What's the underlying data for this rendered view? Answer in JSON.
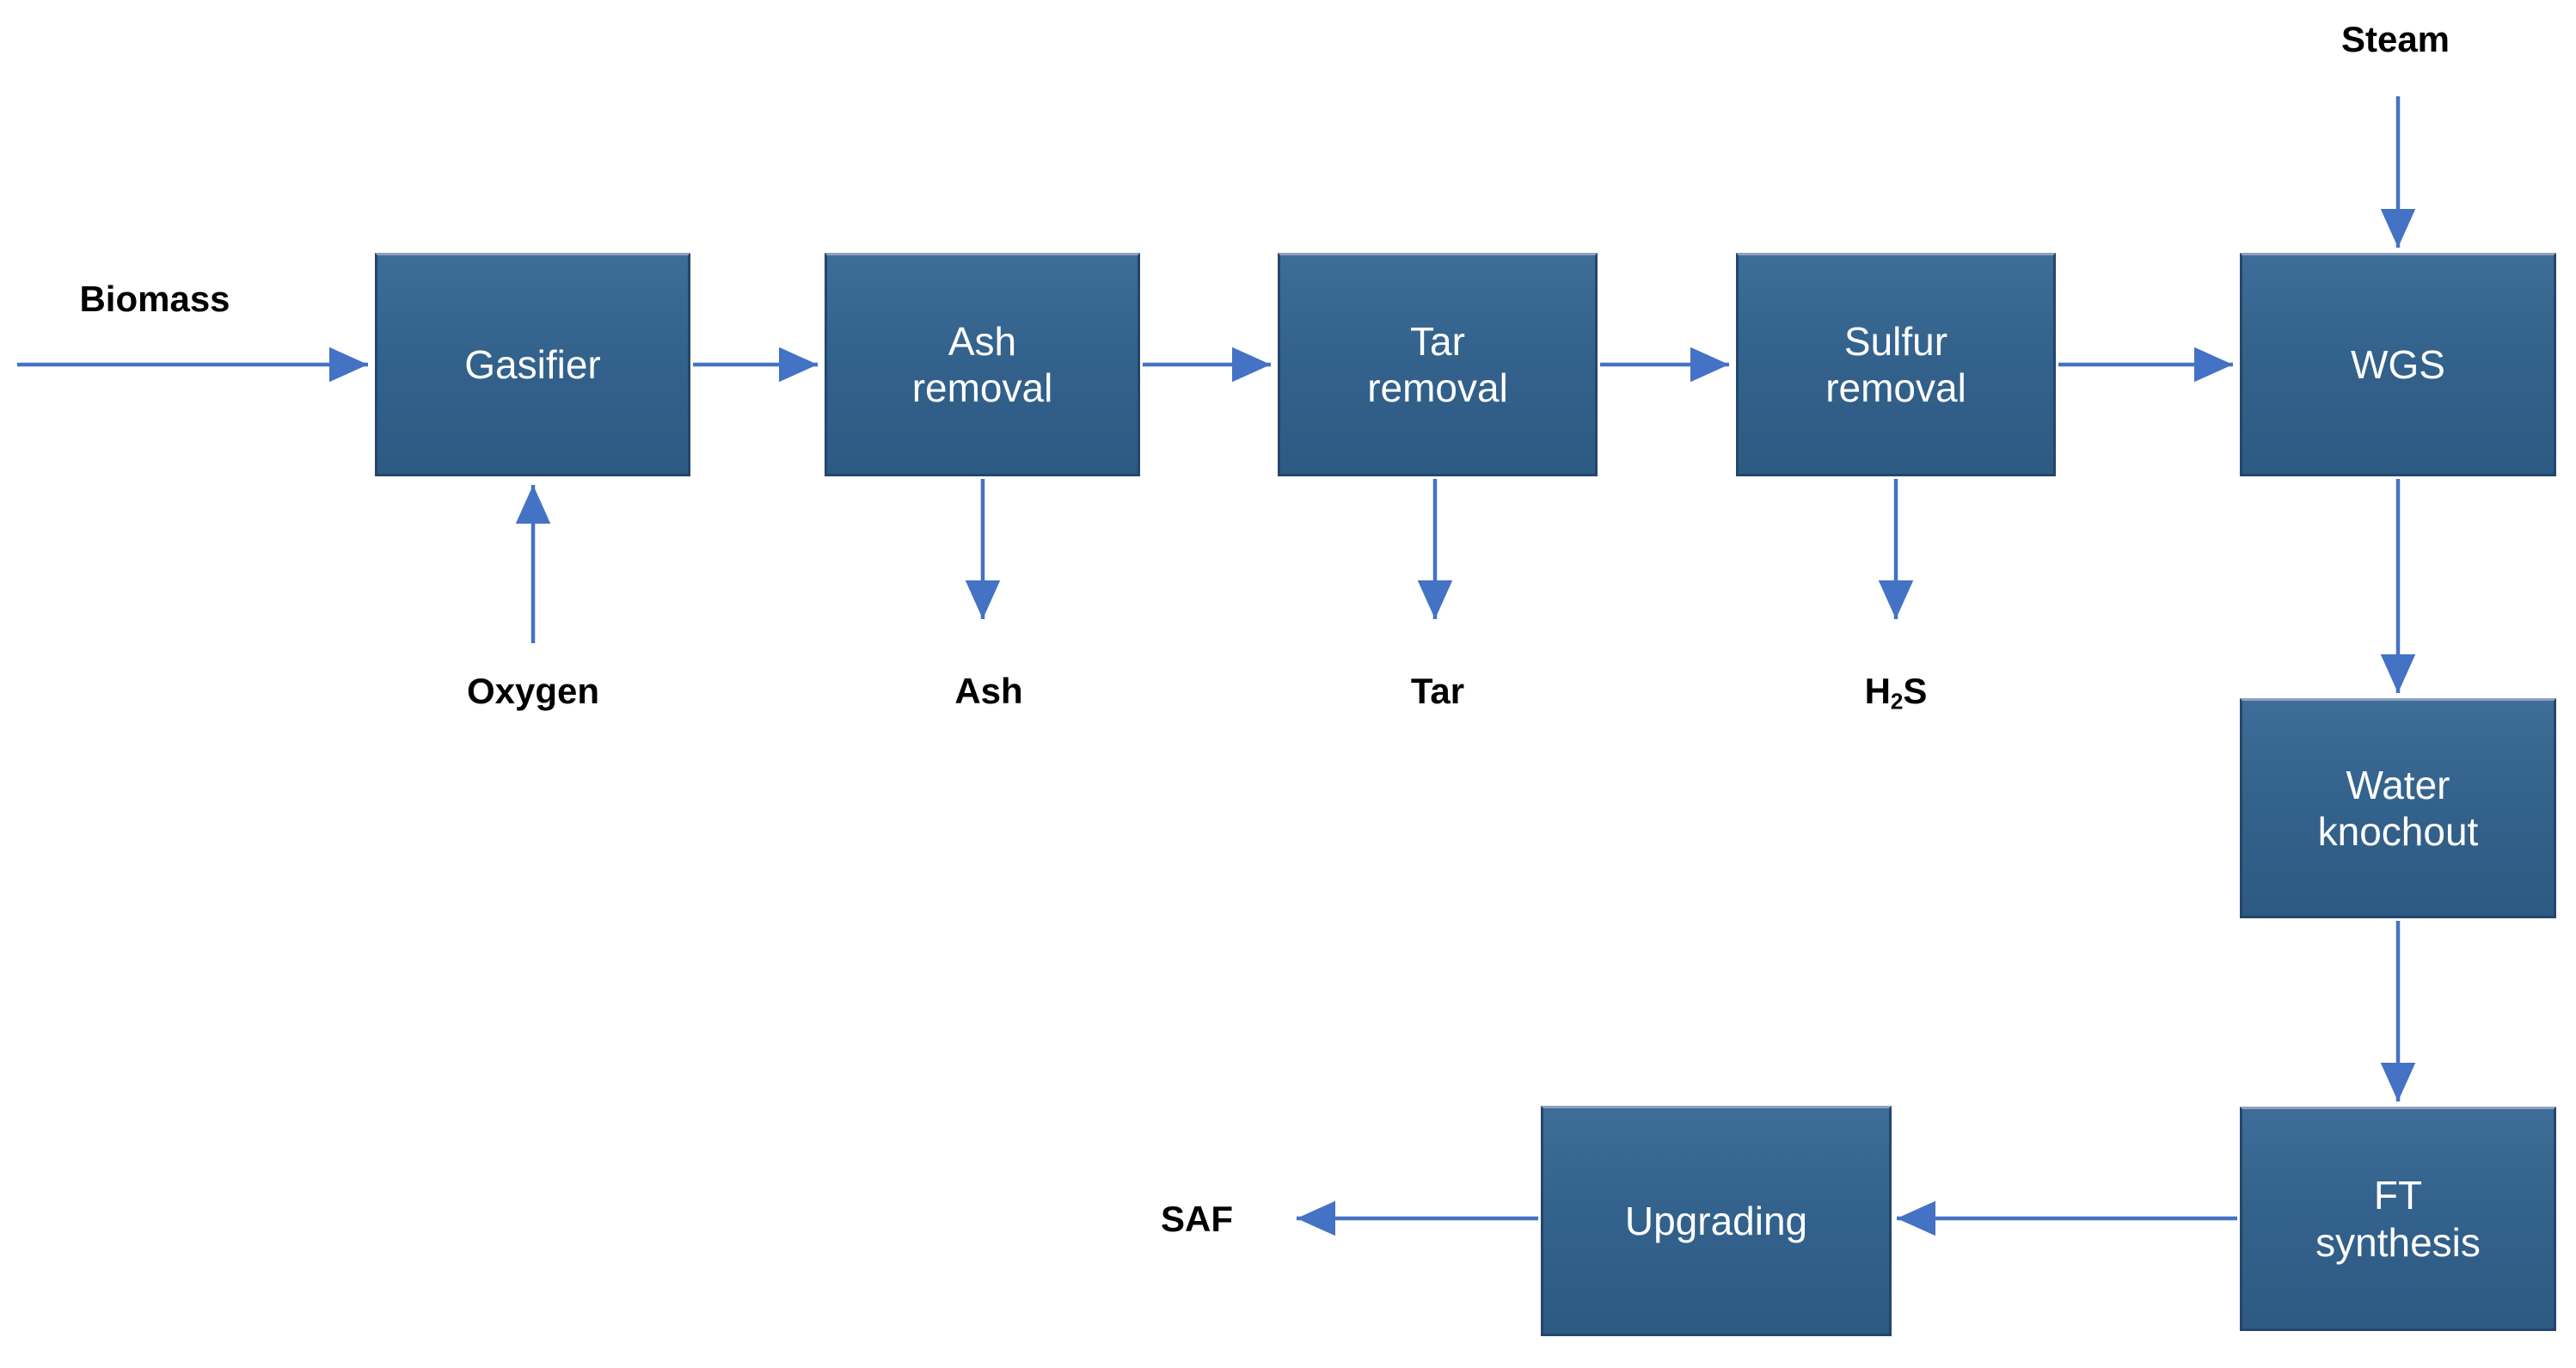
{
  "boxes": {
    "gasifier": {
      "label": [
        "Gasifier"
      ]
    },
    "ash_removal": {
      "label": [
        "Ash",
        "removal"
      ]
    },
    "tar_removal": {
      "label": [
        "Tar",
        "removal"
      ]
    },
    "sulfur_removal": {
      "label": [
        "Sulfur",
        "removal"
      ]
    },
    "wgs": {
      "label": [
        "WGS"
      ]
    },
    "water_knockout": {
      "label": [
        "Water",
        "knochout"
      ]
    },
    "ft_synthesis": {
      "label": [
        "FT",
        "synthesis"
      ]
    },
    "upgrading": {
      "label": [
        "Upgrading"
      ]
    }
  },
  "stream_labels": {
    "biomass": "Biomass",
    "oxygen": "Oxygen",
    "steam": "Steam",
    "ash": "Ash",
    "tar": "Tar",
    "h2s": {
      "base": "H",
      "sub": "2",
      "tail": "S"
    },
    "saf": "SAF"
  },
  "colors": {
    "box_fill_top": "#3d6d98",
    "box_fill_bottom": "#2d5a83",
    "box_border": "#24466b",
    "box_border_top_highlight": "#8fa0bd",
    "box_text": "#ffffff",
    "arrow": "#4472c4",
    "label_text": "#000000",
    "background": "#ffffff"
  }
}
